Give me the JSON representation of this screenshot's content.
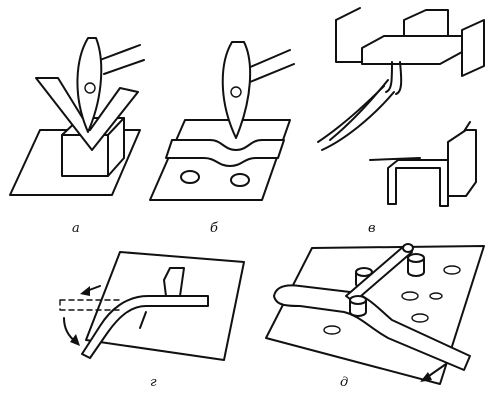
{
  "figures": [
    {
      "id": "a",
      "label": "а"
    },
    {
      "id": "b",
      "label": "б"
    },
    {
      "id": "v",
      "label": "в"
    },
    {
      "id": "g",
      "label": "г"
    },
    {
      "id": "d",
      "label": "д"
    }
  ]
}
